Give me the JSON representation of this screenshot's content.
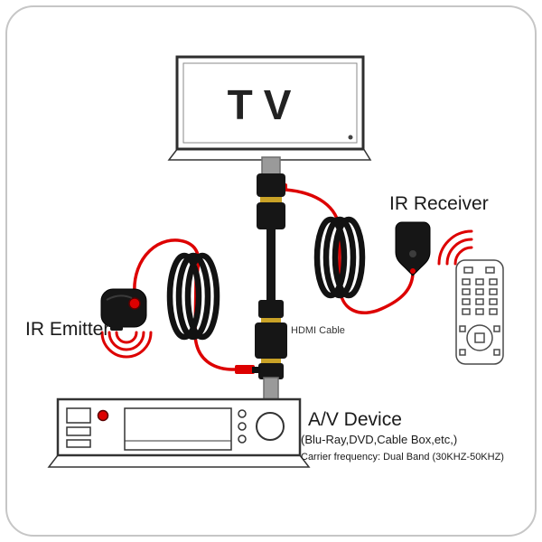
{
  "labels": {
    "tv": "TV",
    "ir_receiver": "IR Receiver",
    "ir_emitter": "IR Emitter",
    "hdmi_cable": "HDMI Cable",
    "av_device": "A/V Device",
    "av_device_sub": "(Blu-Ray,DVD,Cable Box,etc,)",
    "carrier_frequency": "Carrier frequency: Dual Band (30KHZ-50KHZ)"
  },
  "colors": {
    "accent_red": "#dd0000",
    "device_black": "#161616",
    "hdmi_gold": "#c9a227",
    "outline_gray": "#c6c6c6",
    "plug_gray": "#9a9a9a"
  }
}
